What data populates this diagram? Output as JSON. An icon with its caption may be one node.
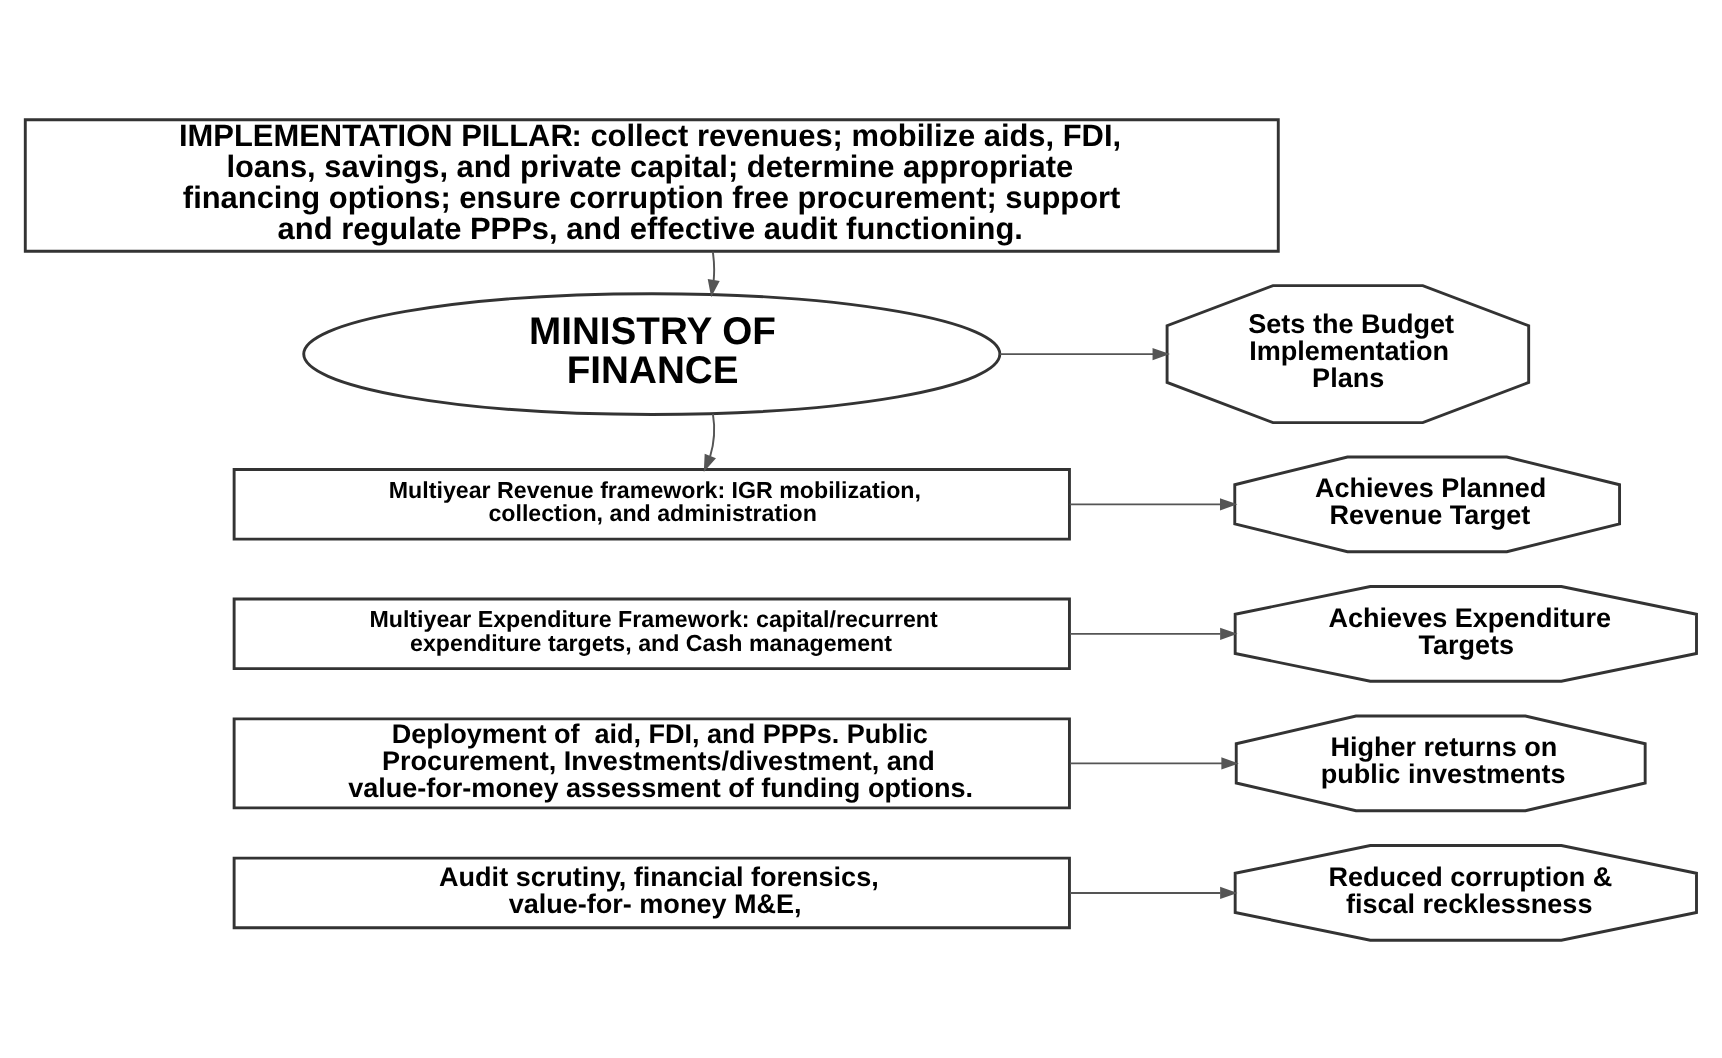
{
  "diagram": {
    "nodes": [
      {
        "text": [
          "**IMPLEMENTATION PILLAR**: collect revenues; mobilize aids, FDI, loans, savings, and private capital; determine appropriate financing options; ensure corruption free procurement; support and regulate PPPs, and effective audit functioning."
        ]
      },
      {
        "text": [
          "MINISTRY OF FINANCE"
        ]
      },
      {
        "text": [
          "Sets the Budget Implementation Plans"
        ]
      },
      {
        "text": [
          "Multiyear Revenue framework: IGR mobilization, collection, and administration"
        ]
      },
      {
        "text": [
          "Achieves Planned Revenue Target"
        ]
      },
      {
        "text": [
          "Multiyear Expenditure Framework: capital/recurrent expenditure targets, and Cash management"
        ]
      },
      {
        "text": [
          "Achieves Expenditure Targets"
        ]
      },
      {
        "text": [
          "Deployment of  aid, FDI, and PPPs. Public Procurement, Investments/divestment, and value-for-money assessment of funding options."
        ]
      },
      {
        "text": [
          "Higher returns on public investments"
        ]
      },
      {
        "text": [
          "Audit scrutiny, financial forensics, value-for- money M&E,"
        ]
      },
      {
        "text": [
          "Reduced corruption & fiscal recklessness"
        ]
      }
    ],
    "edges": [
      {
        "from": 0,
        "to": 1,
        "arrow": "to"
      },
      {
        "from": 1,
        "to": 2,
        "arrow": "to"
      },
      {
        "from": 1,
        "to": 3,
        "arrow": "to"
      },
      {
        "from": 3,
        "to": 4,
        "arrow": "to"
      },
      {
        "from": 5,
        "to": 6,
        "arrow": "to"
      },
      {
        "from": 7,
        "to": 8,
        "arrow": "to"
      },
      {
        "from": 9,
        "to": 10,
        "arrow": "to"
      }
    ]
  }
}
